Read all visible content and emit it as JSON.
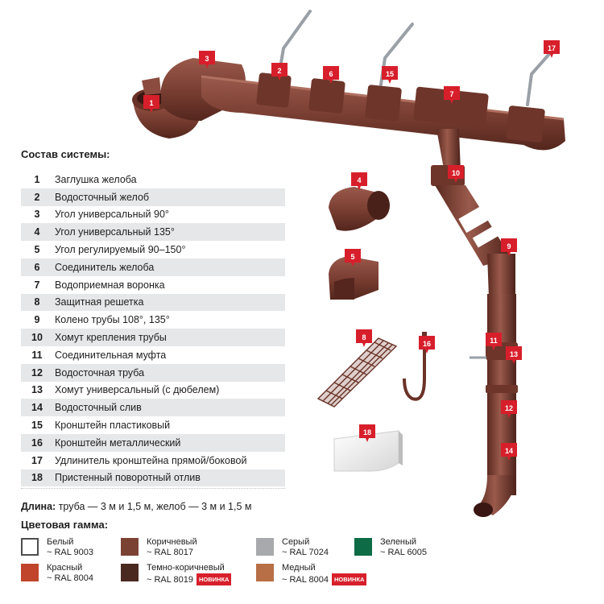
{
  "callouts": {
    "c1": "1",
    "c2": "2",
    "c3": "3",
    "c4": "4",
    "c5": "5",
    "c6": "6",
    "c7": "7",
    "c8": "8",
    "c9": "9",
    "c10": "10",
    "c11": "11",
    "c12": "12",
    "c13": "13",
    "c14": "14",
    "c15": "15",
    "c16": "16",
    "c17": "17",
    "c18": "18"
  },
  "composition": {
    "title": "Состав системы:",
    "items": [
      {
        "num": "1",
        "name": "Заглушка желоба"
      },
      {
        "num": "2",
        "name": "Водосточный желоб"
      },
      {
        "num": "3",
        "name": "Угол универсальный 90°"
      },
      {
        "num": "4",
        "name": "Угол универсальный 135°"
      },
      {
        "num": "5",
        "name": "Угол регулируемый 90–150°"
      },
      {
        "num": "6",
        "name": "Соединитель желоба"
      },
      {
        "num": "7",
        "name": "Водоприемная воронка"
      },
      {
        "num": "8",
        "name": "Защитная решетка"
      },
      {
        "num": "9",
        "name": "Колено трубы 108°, 135°"
      },
      {
        "num": "10",
        "name": "Хомут крепления трубы"
      },
      {
        "num": "11",
        "name": "Соединительная муфта"
      },
      {
        "num": "12",
        "name": "Водосточная труба"
      },
      {
        "num": "13",
        "name": "Хомут универсальный (с дюбелем)"
      },
      {
        "num": "14",
        "name": "Водосточный слив"
      },
      {
        "num": "15",
        "name": "Кронштейн пластиковый"
      },
      {
        "num": "16",
        "name": "Кронштейн металлический"
      },
      {
        "num": "17",
        "name": "Удлинитель кронштейна прямой/боковой"
      },
      {
        "num": "18",
        "name": "Пристенный поворотный отлив"
      }
    ]
  },
  "length": {
    "label": "Длина:",
    "text": "труба — 3 м и 1,5 м, желоб — 3 м и 1,5 м"
  },
  "palette": {
    "title": "Цветовая гамма:",
    "new_label": "НОВИНКА",
    "colors": [
      {
        "name": "Белый",
        "code": "~ RAL 9003",
        "hex": "#ffffff"
      },
      {
        "name": "Коричневый",
        "code": "~ RAL 8017",
        "hex": "#7a4232"
      },
      {
        "name": "Серый",
        "code": "~ RAL 7024",
        "hex": "#a7a9ac"
      },
      {
        "name": "Зеленый",
        "code": "~ RAL 6005",
        "hex": "#0d6b45"
      },
      {
        "name": "Красный",
        "code": "~ RAL 8004",
        "hex": "#c0452a"
      },
      {
        "name": "Темно-коричневый",
        "code": "~ RAL 8019",
        "hex": "#4a2a20"
      },
      {
        "name": "Медный",
        "code": "~ RAL 8004",
        "hex": "#b86f45"
      }
    ]
  },
  "theme": {
    "product_brown": "#7b3f33",
    "badge_red": "#d71f2b"
  }
}
